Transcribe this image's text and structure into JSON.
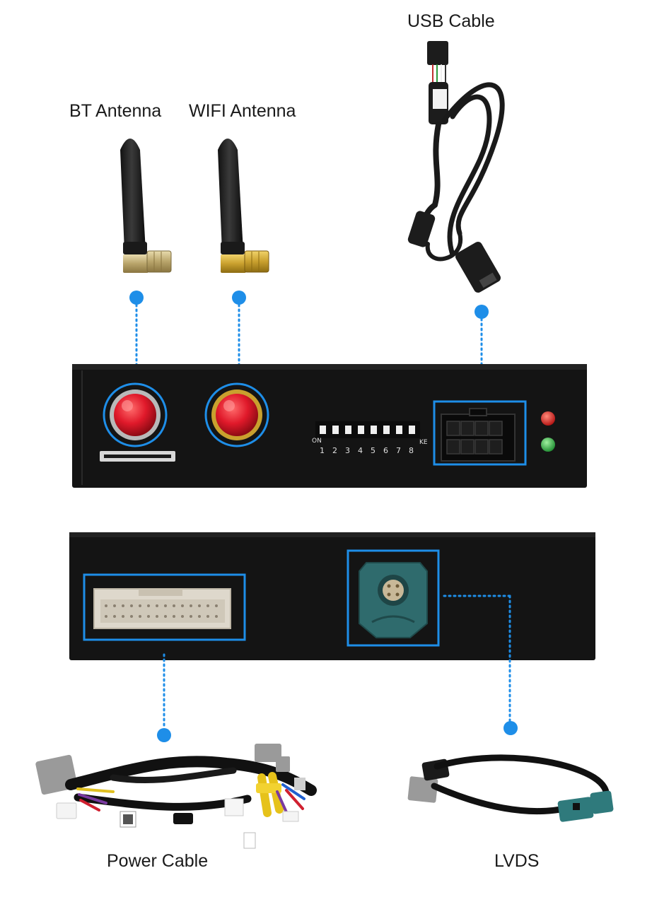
{
  "labels": {
    "usb_cable": "USB Cable",
    "bt_antenna": "BT Antenna",
    "wifi_antenna": "WIFI Antenna",
    "power_cable": "Power Cable",
    "lvds": "LVDS"
  },
  "dip_switch": {
    "numbers": [
      "1",
      "2",
      "3",
      "4",
      "5",
      "6",
      "7",
      "8"
    ],
    "on_label": "ON",
    "ke_label": "KE"
  },
  "colors": {
    "accent": "#1e8ee8",
    "device_body": "#141414",
    "antenna_port": "#e0192a",
    "led_red": "#e01515",
    "led_green": "#26a83a",
    "lvds_socket": "#2f6b6d"
  }
}
